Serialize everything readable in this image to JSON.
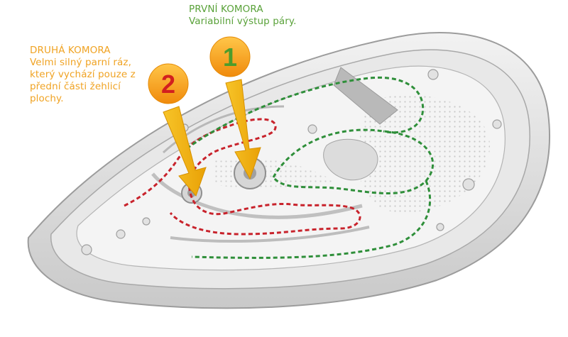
{
  "first_chamber": {
    "title": "PRVNÍ KOMORA",
    "description": "Variabilní výstup páry.",
    "number": "1",
    "path_color": "#2f8f3a",
    "number_color": "#4d9c2c"
  },
  "second_chamber": {
    "title": "DRUHÁ KOMORA",
    "description": "Velmi silný parní ráz, který vychází pouze z přední části žehlicí plochy.",
    "number": "2",
    "path_color": "#c8232c",
    "number_color": "#d21f1f"
  },
  "colors": {
    "first_label": "#5aa23a",
    "second_label": "#f0a323",
    "badge_orange": "#f4a11a",
    "arrow_yellow": "#f2b10d",
    "plate_gray": "#d9d9d9"
  },
  "icons": {
    "iron_soleplate": "iron-soleplate-icon",
    "arrow": "arrow-down-icon"
  }
}
